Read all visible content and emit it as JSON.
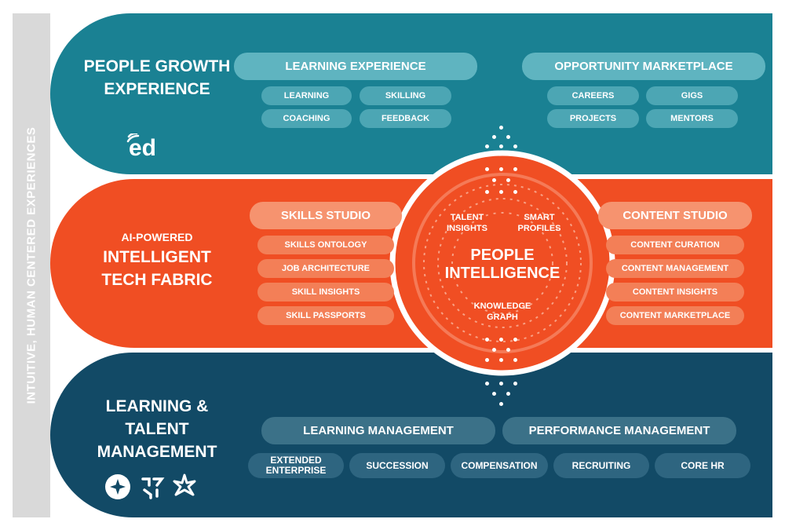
{
  "sidebar": {
    "label": "INTUITIVE, HUMAN CENTERED EXPERIENCES"
  },
  "growth": {
    "title_line1": "PEOPLE GROWTH",
    "title_line2": "EXPERIENCE",
    "learning_experience": {
      "label": "LEARNING EXPERIENCE",
      "items": [
        "LEARNING",
        "SKILLING",
        "COACHING",
        "FEEDBACK"
      ]
    },
    "opportunity_marketplace": {
      "label": "OPPORTUNITY MARKETPLACE",
      "items": [
        "CAREERS",
        "GIGS",
        "PROJECTS",
        "MENTORS"
      ]
    },
    "logo_text": "ed"
  },
  "fabric": {
    "subtitle": "AI-POWERED",
    "title_line1": "INTELLIGENT",
    "title_line2": "TECH FABRIC",
    "skills_studio": {
      "label": "SKILLS STUDIO",
      "items": [
        "SKILLS ONTOLOGY",
        "JOB ARCHITECTURE",
        "SKILL INSIGHTS",
        "SKILL PASSPORTS"
      ]
    },
    "content_studio": {
      "label": "CONTENT STUDIO",
      "items": [
        "CONTENT CURATION",
        "CONTENT MANAGEMENT",
        "CONTENT INSIGHTS",
        "CONTENT MARKETPLACE"
      ]
    },
    "core": {
      "title_line1": "PEOPLE",
      "title_line2": "INTELLIGENCE",
      "talent_insights_1": "TALENT",
      "talent_insights_2": "INSIGHTS",
      "smart_profiles_1": "SMART",
      "smart_profiles_2": "PROFILES",
      "knowledge_graph_1": "KNOWLEDGE",
      "knowledge_graph_2": "GRAPH"
    }
  },
  "management": {
    "title_line1": "LEARNING &",
    "title_line2": "TALENT",
    "title_line3": "MANAGEMENT",
    "learning_management": "LEARNING MANAGEMENT",
    "performance_management": "PERFORMANCE MANAGEMENT",
    "extended_1": "EXTENDED",
    "extended_2": "ENTERPRISE",
    "items": [
      "SUCCESSION",
      "COMPENSATION",
      "RECRUITING",
      "CORE HR"
    ]
  },
  "colors": {
    "teal": "#1a8193",
    "orange": "#f04e23",
    "navy": "#124a66",
    "sidebar": "#d9d9d9"
  }
}
